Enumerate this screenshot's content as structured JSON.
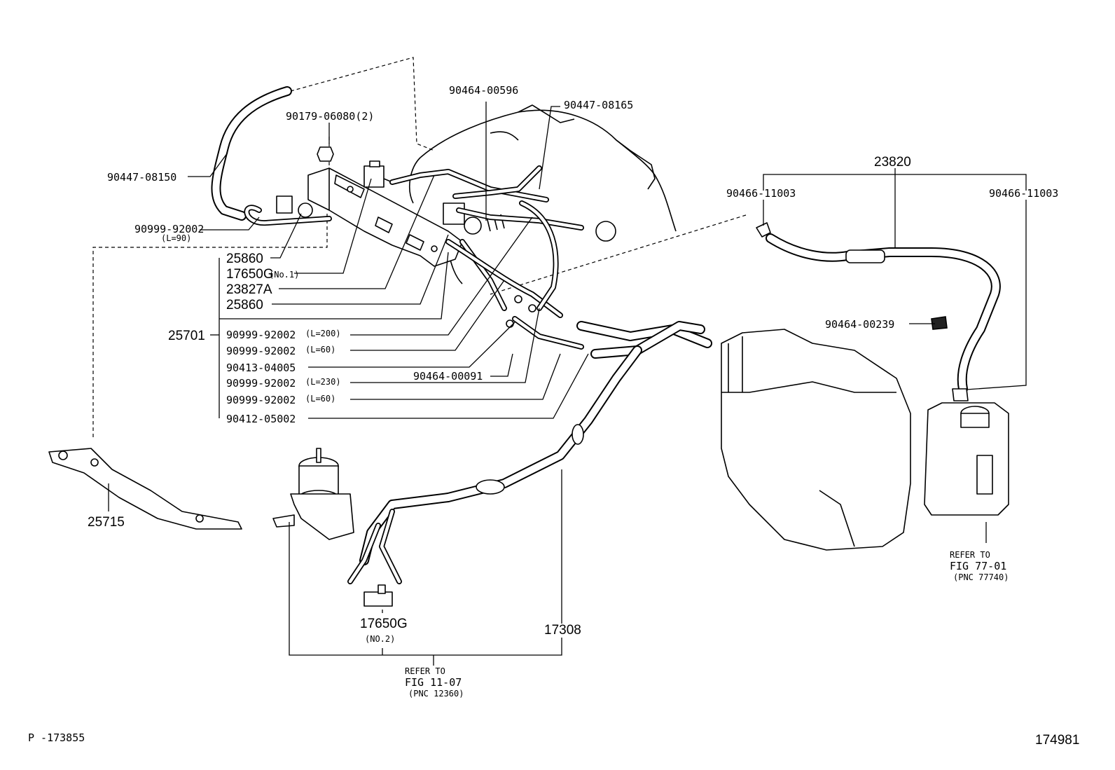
{
  "labels": {
    "p_90447_08150": "90447-08150",
    "p_90179_06080": "90179-06080(2)",
    "p_90464_00596": "90464-00596",
    "p_90447_08165": "90447-08165",
    "p_90999_92002_l90_main": "90999-92002",
    "p_90999_92002_l90_sub": "(L=90)",
    "p_25860_a": "25860",
    "p_17650g_no1_main": "17650G",
    "p_17650g_no1_sub": "(No.1)",
    "p_23827a": "23827A",
    "p_25860_b": "25860",
    "p_25701": "25701",
    "p_90999_92002_l200_main": "90999-92002",
    "p_90999_92002_l200_sub": "(L=200)",
    "p_90999_92002_l60a_main": "90999-92002",
    "p_90999_92002_l60a_sub": "(L=60)",
    "p_90413_04005": "90413-04005",
    "p_90999_92002_l230_main": "90999-92002",
    "p_90999_92002_l230_sub": "(L=230)",
    "p_90999_92002_l60b_main": "90999-92002",
    "p_90999_92002_l60b_sub": "(L=60)",
    "p_90412_05002": "90412-05002",
    "p_90464_00091": "90464-00091",
    "p_23820": "23820",
    "p_90466_11003_left": "90466-11003",
    "p_90466_11003_right": "90466-11003",
    "p_90464_00239": "90464-00239",
    "p_25715": "25715",
    "p_17650g_no2_main": "17650G",
    "p_17650g_no2_sub": "(NO.2)",
    "p_17308": "17308"
  },
  "refers": {
    "fig_11_07": [
      "REFER TO",
      "FIG 11-07",
      "(PNC 12360)"
    ],
    "fig_77_01": [
      "REFER TO",
      "FIG 77-01",
      "(PNC 77740)"
    ]
  },
  "footer": {
    "left_code": "P -173855",
    "right_code": "174981"
  }
}
